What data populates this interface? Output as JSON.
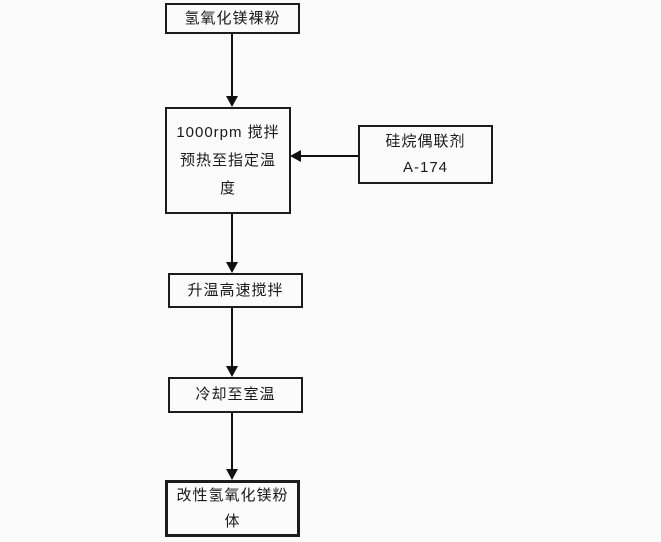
{
  "diagram": {
    "type": "flowchart",
    "description": "Process flow for preparing modified magnesium hydroxide powder",
    "colors": {
      "background": "#fbfbfb",
      "box_border": "#1c1c1c",
      "arrow": "#111111",
      "text": "#1a1a1a"
    },
    "nodes": [
      {
        "id": "raw-powder",
        "label": "氢氧化镁裸粉",
        "lines": [
          "氢氧化镁裸粉"
        ]
      },
      {
        "id": "preheat",
        "label": "1000rpm 搅拌预热至指定温度",
        "lines": [
          "1000rpm 搅拌",
          "预热至指定温",
          "度"
        ]
      },
      {
        "id": "coupling-agent",
        "label": "硅烷偶联剂 A-174",
        "lines": [
          "硅烷偶联剂",
          "A-174"
        ]
      },
      {
        "id": "heat-stir",
        "label": "升温高速搅拌",
        "lines": [
          "升温高速搅拌"
        ]
      },
      {
        "id": "cool",
        "label": "冷却至室温",
        "lines": [
          "冷却至室温"
        ]
      },
      {
        "id": "product",
        "label": "改性氢氧化镁粉体",
        "lines": [
          "改性氢氧化镁粉",
          "体"
        ]
      }
    ],
    "edges": [
      {
        "from": "raw-powder",
        "to": "preheat",
        "direction": "down"
      },
      {
        "from": "coupling-agent",
        "to": "preheat",
        "direction": "left"
      },
      {
        "from": "preheat",
        "to": "heat-stir",
        "direction": "down"
      },
      {
        "from": "heat-stir",
        "to": "cool",
        "direction": "down"
      },
      {
        "from": "cool",
        "to": "product",
        "direction": "down"
      }
    ]
  }
}
